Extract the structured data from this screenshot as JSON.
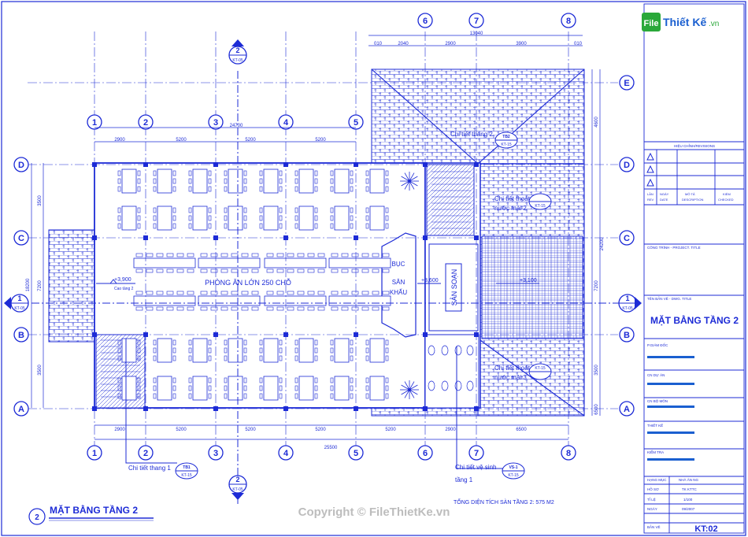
{
  "logo": {
    "text": "FileThiết Kế.vn",
    "file": "File",
    "rest": "Thiết Kế",
    "suffix": ".vn"
  },
  "watermark": "Copyright © FileThietKe.vn",
  "axes": {
    "numbers": [
      "1",
      "2",
      "3",
      "4",
      "5",
      "6",
      "7",
      "8"
    ],
    "letters": [
      "A",
      "B",
      "C",
      "D",
      "E"
    ]
  },
  "dimensions": {
    "top_total": "24700",
    "top_spans": [
      "2900",
      "5200",
      "5200",
      "5200"
    ],
    "right_top_total": "13040",
    "right_top_spans": [
      "010",
      "2040",
      "2900",
      "3900",
      "010"
    ],
    "bottom_total": "25500",
    "bottom_spans": [
      "2900",
      "5200",
      "5200",
      "5200",
      "5200",
      "2900",
      "6500"
    ],
    "left_total": "18200",
    "left_spans": [
      "3500",
      "7200",
      "3500"
    ],
    "right_total": "24200",
    "right_spans": [
      "4600",
      "7200",
      "3500",
      "6500"
    ]
  },
  "rooms": {
    "dining_hall": "PHÒNG ĂN LỚN 250 CHỖ",
    "stage": "BỤC SÂN KHẤU",
    "pantry": "SẢN SOẠN"
  },
  "levels": {
    "hall": "+3,900",
    "hall_note": "Cao tầng 2",
    "stage": "+3,600",
    "right": "+3,100"
  },
  "callouts": {
    "stair2": "Chi tiết thang 2",
    "stair2_tag": "TB2",
    "stair1": "Chi tiết thang 1",
    "stair1_tag": "TB1",
    "wc": "Chi tiết vệ sinh",
    "wc_sub": "tầng 1",
    "wc_tag": "VS-1",
    "drain": "Chi tiết thoát nước mái 2",
    "drain2": "Chi tiết thoát nước mái 3",
    "sheet_ref": "KT-15",
    "section_ref": "KT-05",
    "section_no_1": "1",
    "section_no_2": "2"
  },
  "drawing_title": {
    "number": "2",
    "text": "MẶT BẰNG TẦNG 2"
  },
  "total_area": "TỔNG DIỆN TÍCH SÀN TẦNG 2: 575 M2",
  "title_block": {
    "revisions_header": "HIỆU CHỈNH/REVISIONS",
    "col_no": "LẦN REV",
    "col_date": "NGÀY DATE",
    "col_desc": "MÔ TẢ DESCRIPTION",
    "col_check": "KIỂM CHECKED",
    "project": "CÔNG TRÌNH - PROJECT. TITLE",
    "sheet_name_label": "TÊN BẢN VẼ - DWG. TITLE",
    "sheet_name": "MẶT BẰNG TẦNG 2",
    "director": "P.GIÁM ĐỐC",
    "project_lead": "CN DỰ ÁN",
    "dept_lead": "CN BỘ MÔN",
    "designer": "THIẾT KẾ",
    "checker": "KIỂM TRA",
    "category_label": "HẠNG MỤC",
    "category": "NHÀ ĂN NG",
    "phase_label": "HỒ SƠ",
    "phase": "TK KTTC",
    "scale_label": "TỈ LỆ",
    "scale": "1/100",
    "date_label": "NGÀY",
    "date": "09/2007",
    "sheet_label": "BẢN VẼ",
    "sheet_no": "KT:02"
  },
  "colors": {
    "line": "#1d2bd6",
    "accent": "#1a5fd0",
    "logo_green": "#2aa83a",
    "watermark": "#c8c8c8"
  }
}
